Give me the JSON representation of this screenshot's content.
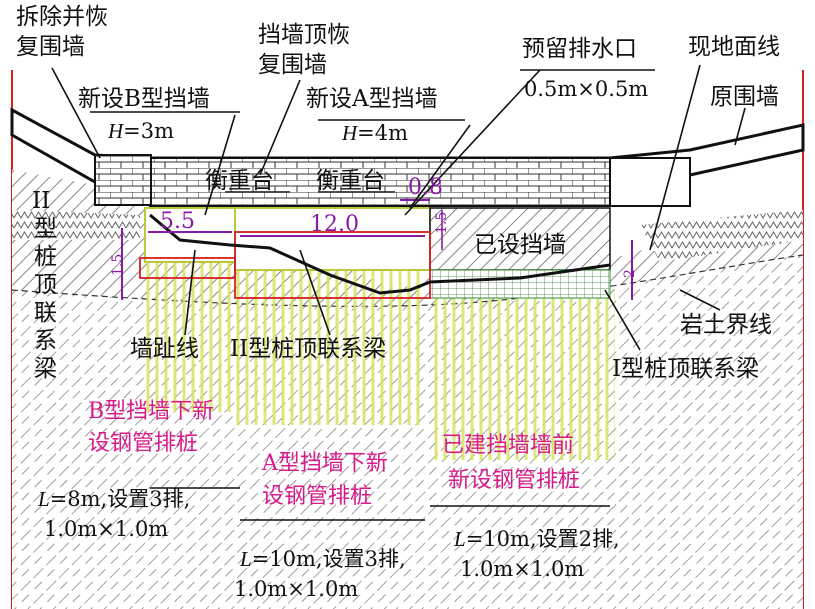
{
  "labels": {
    "dismantle_wall": [
      "拆除并恢",
      "复围墙"
    ],
    "new_b_wall": "新设B型挡墙",
    "h_b": "=3m",
    "h_sym": "H",
    "wall_top_restore": [
      "挡墙顶恢",
      "复围墙"
    ],
    "new_a_wall": "新设A型挡墙",
    "h_a": "=4m",
    "drain": "预留排水口",
    "drain_size": "0.5m×0.5m",
    "ground_line": "现地面线",
    "orig_wall": "原围墙",
    "counterweight_1": "衡重台",
    "counterweight_2": "衡重台",
    "dim_0_8": "0.8",
    "dim_5_5": "5.5",
    "dim_12_0": "12.0",
    "dim_1_5": "1.5",
    "dim_2": "2",
    "existing_wall": "已设挡墙",
    "pile_beam_II_vertical": [
      "II",
      "型",
      "桩",
      "顶",
      "联",
      "系",
      "梁"
    ],
    "wall_toe": "墙趾线",
    "pile_beam_II": "II型桩顶联系梁",
    "rock_soil": "岩土界线",
    "pile_beam_I": "I型桩顶联系梁",
    "b_piles": [
      "B型挡墙下新",
      "设钢管排桩"
    ],
    "a_piles": [
      "A型挡墙下新",
      "设钢管排桩"
    ],
    "built_piles": [
      "已建挡墙墙前",
      "新设钢管排桩"
    ],
    "l_sym": "L",
    "b_pile_spec": [
      "=8m,设置3排,",
      "1.0m×1.0m"
    ],
    "a_pile_spec": [
      "=10m,设置3排,",
      "1.0m×1.0m"
    ],
    "built_pile_spec": [
      "=10m,设置2排,",
      "1.0m×1.0m"
    ]
  },
  "colors": {
    "line": "#111111",
    "magenta": "#d81b8c",
    "purple": "#8a1aa6",
    "red": "#d42020",
    "pile_yellow": "#e6ee7a",
    "hatch": "#6a6a6a",
    "masonry": "#333333"
  }
}
